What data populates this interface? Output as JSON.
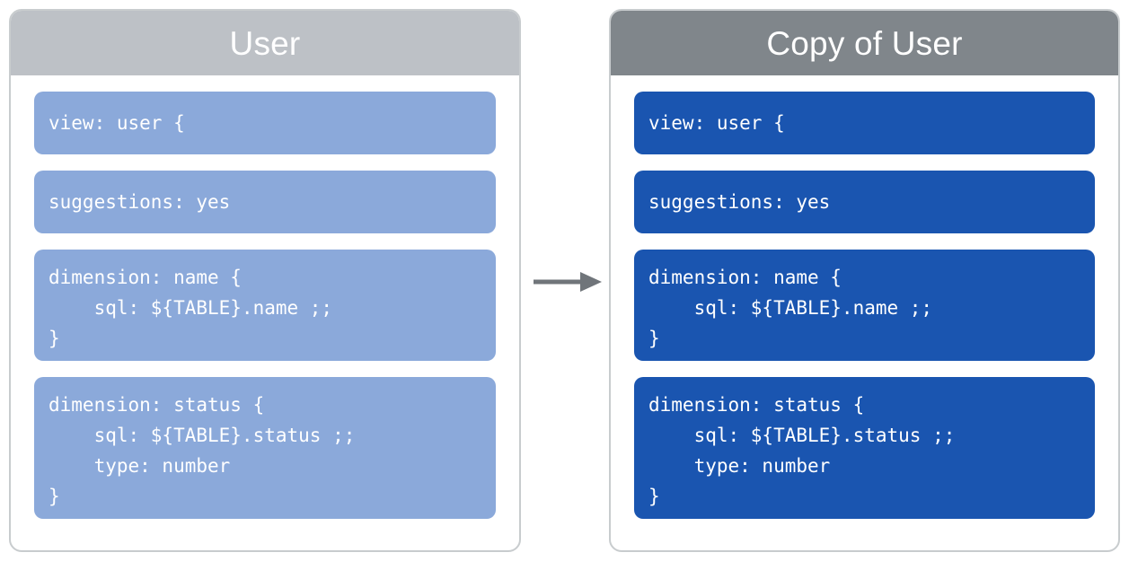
{
  "diagram": {
    "type": "flow",
    "description": "Two LookML view panels connected by a right arrow showing a view being copied",
    "arrow_label": "",
    "colors": {
      "source_header": "#bdc1c6",
      "copy_header": "#80868b",
      "source_block": "#8ba9da",
      "copy_block": "#1a55b0",
      "panel_border": "#c8ccce",
      "arrow": "#70757a",
      "text": "#ffffff"
    }
  },
  "panels": [
    {
      "id": "source",
      "title": "User",
      "blocks": [
        {
          "name": "view-declaration",
          "lines": 1,
          "code": "view: user {"
        },
        {
          "name": "suggestions-setting",
          "lines": 1,
          "code": "suggestions: yes"
        },
        {
          "name": "dimension-name",
          "lines": 3,
          "code": "dimension: name {\n    sql: ${TABLE}.name ;;\n}"
        },
        {
          "name": "dimension-status",
          "lines": 4,
          "code": "dimension: status {\n    sql: ${TABLE}.status ;;\n    type: number\n}"
        }
      ]
    },
    {
      "id": "copy",
      "title": "Copy of User",
      "blocks": [
        {
          "name": "view-declaration",
          "lines": 1,
          "code": "view: user {"
        },
        {
          "name": "suggestions-setting",
          "lines": 1,
          "code": "suggestions: yes"
        },
        {
          "name": "dimension-name",
          "lines": 3,
          "code": "dimension: name {\n    sql: ${TABLE}.name ;;\n}"
        },
        {
          "name": "dimension-status",
          "lines": 4,
          "code": "dimension: status {\n    sql: ${TABLE}.status ;;\n    type: number\n}"
        }
      ]
    }
  ]
}
